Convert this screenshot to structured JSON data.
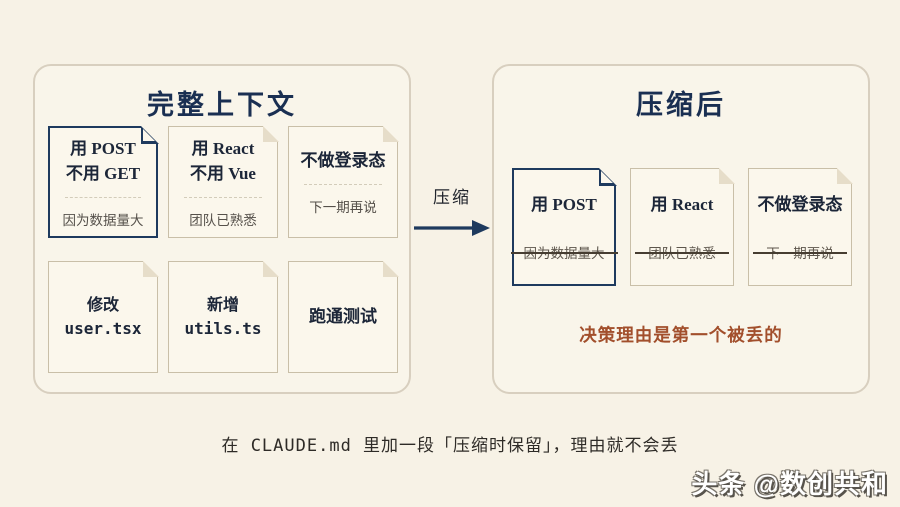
{
  "page": {
    "bg_color": "#f7f2e6",
    "accent_navy": "#1e3a5e",
    "accent_red": "#a24f2c"
  },
  "left_panel": {
    "title": "完整上下文",
    "cards": [
      {
        "title": "用 POST\n不用 GET",
        "reason": "因为数据量大",
        "highlighted": true
      },
      {
        "title": "用 React\n不用 Vue",
        "reason": "团队已熟悉",
        "highlighted": false
      },
      {
        "title": "不做登录态",
        "reason": "下一期再说",
        "highlighted": false
      },
      {
        "title": "修改\nuser.tsx",
        "highlighted": false
      },
      {
        "title": "新增\nutils.ts",
        "highlighted": false
      },
      {
        "title": "跑通测试",
        "highlighted": false
      }
    ]
  },
  "arrow": {
    "label": "压缩"
  },
  "right_panel": {
    "title": "压缩后",
    "cards": [
      {
        "title": "用 POST",
        "lost_reason": "因为数据量大",
        "highlighted": true
      },
      {
        "title": "用 React",
        "lost_reason": "团队已熟悉",
        "highlighted": false
      },
      {
        "title": "不做登录态",
        "lost_reason": "下一期再说",
        "highlighted": false
      }
    ],
    "note": "决策理由是第一个被丢的"
  },
  "caption": "在 CLAUDE.md 里加一段「压缩时保留」，理由就不会丢",
  "watermark": "头条 @数创共和"
}
